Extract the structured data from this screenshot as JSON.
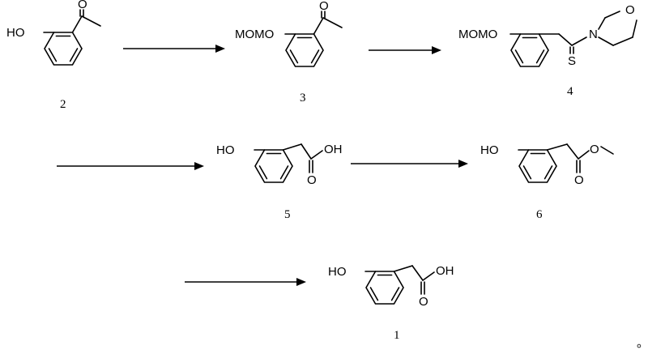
{
  "compounds": [
    {
      "number": "2",
      "atoms": [
        "HO",
        "O"
      ]
    },
    {
      "number": "3",
      "atoms": [
        "MOMO",
        "O"
      ]
    },
    {
      "number": "4",
      "atoms": [
        "MOMO",
        "O",
        "N",
        "S"
      ]
    },
    {
      "number": "5",
      "atoms": [
        "HO",
        "OH",
        "O"
      ]
    },
    {
      "number": "6",
      "atoms": [
        "HO",
        "O",
        "O"
      ]
    },
    {
      "number": "1",
      "atoms": [
        "HO",
        "OH",
        "O"
      ]
    }
  ],
  "end_mark": "。"
}
